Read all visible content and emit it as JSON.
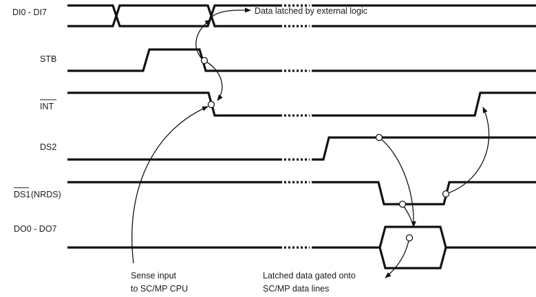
{
  "signals": {
    "di": "DI0 - DI7",
    "stb": "STB",
    "int": "INT",
    "ds2": "DS2",
    "ds1": "DS1",
    "ds1_suffix": "(NRDS)",
    "do": "DO0 - DO7"
  },
  "annotations": {
    "latched_external": "Data latched by external logic",
    "sense_line1": "Sense input",
    "sense_line2": "to SC/MP CPU",
    "gated_line1": "Latched data gated onto",
    "gated_line2": "SC/MP data lines"
  }
}
